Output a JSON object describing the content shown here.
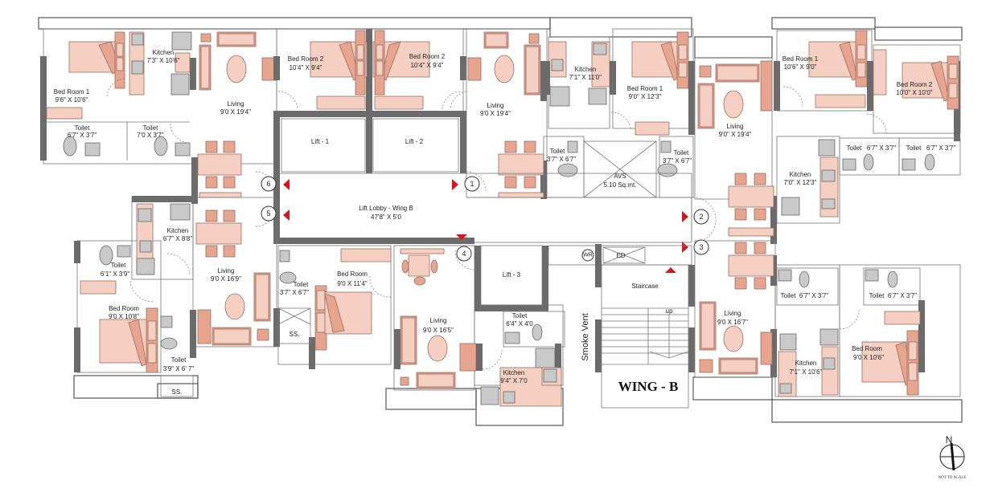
{
  "plan": {
    "wing_label": "WING - B",
    "north_label": "N",
    "scale_note": "NOT TO SCALE",
    "smoke_vent": "Smoke Vent",
    "staircase": "Staircase",
    "stair_up": "up",
    "wr": "WR",
    "ed": "ED",
    "colors": {
      "wall": "#6b6b6b",
      "furniture": "#f5cfc2",
      "furniture_accent": "#e7a58f",
      "appliance": "#c9c9c9",
      "entry_arrow": "#d9141c"
    }
  },
  "common": {
    "lobby": {
      "name": "Lift Lobby - Wing B",
      "size": "47'8\" X 5'0"
    },
    "lift1": "Lift - 1",
    "lift2": "Lift - 2",
    "lift3": "Lift - 3",
    "avs": {
      "name": "AVS",
      "size": "5.10 Sq.mt."
    },
    "ss1": "SS.",
    "ss2": "SS."
  },
  "units": [
    {
      "number": "1",
      "rooms": [
        {
          "name": "Living",
          "size": "9'0 X 19'4\""
        },
        {
          "name": "Kitchen",
          "size": "7'1\" X 11'0\""
        },
        {
          "name": "Bed Room 1",
          "size": "9'0\" X 12'3\""
        },
        {
          "name": "Bed Room 2",
          "size": "10'4\" X 9'4\""
        },
        {
          "name": "Toilet",
          "size": "3'7\" X 6'7\""
        },
        {
          "name": "Toilet",
          "size": "3'7\" X 6'7\""
        }
      ]
    },
    {
      "number": "2",
      "rooms": [
        {
          "name": "Living",
          "size": "9'0\" X 19'4\""
        },
        {
          "name": "Bed Room 1",
          "size": "10'6\" X 9'0\""
        },
        {
          "name": "Bed Room 2",
          "size": "10'0\" X 10'0\""
        },
        {
          "name": "Kitchen",
          "size": "7'0\" X 12'3\""
        },
        {
          "name": "Toilet",
          "size": "6'7\" X 3'7\""
        },
        {
          "name": "Toilet",
          "size": "6'7\" X 3'7\""
        }
      ]
    },
    {
      "number": "3",
      "rooms": [
        {
          "name": "Living",
          "size": "9'0 X 16'7\""
        },
        {
          "name": "Kitchen",
          "size": "7'1\" X 10'6\""
        },
        {
          "name": "Bed Room",
          "size": "9'0 X 10'6\""
        },
        {
          "name": "Toilet",
          "size": "6'7\" X 3'7\""
        },
        {
          "name": "Toilet",
          "size": "6'7\" X 3'7\""
        }
      ]
    },
    {
      "number": "4",
      "rooms": [
        {
          "name": "Living",
          "size": "9'0 X 16'5\""
        },
        {
          "name": "Kitchen",
          "size": "9'4\" X 7'0"
        },
        {
          "name": "Toilet",
          "size": "6'4\" X 4'0"
        },
        {
          "name": "Bed Room",
          "size": "9'0 X 11'4\""
        },
        {
          "name": "Toilet",
          "size": "3'7\" X 6'7\""
        }
      ]
    },
    {
      "number": "5",
      "rooms": [
        {
          "name": "Living",
          "size": "9'0 X 16'9\""
        },
        {
          "name": "Kitchen",
          "size": "6'7\" X 8'8\""
        },
        {
          "name": "Bed Room",
          "size": "9'0 X 10'8\""
        },
        {
          "name": "Toilet",
          "size": "6'1\" X 3'9\""
        },
        {
          "name": "Toilet",
          "size": "3'9\" X 6' 7\""
        }
      ]
    },
    {
      "number": "6",
      "rooms": [
        {
          "name": "Living",
          "size": "9'0 X 19'4\""
        },
        {
          "name": "Kitchen",
          "size": "7'3\" X 10'6\""
        },
        {
          "name": "Bed Room 1",
          "size": "9'6\" X 10'6\""
        },
        {
          "name": "Bed Room 2",
          "size": "10'4\" X 9'4\""
        },
        {
          "name": "Toilet",
          "size": "6'7\" X 3'7\""
        },
        {
          "name": "Toilet",
          "size": "7'0 X 3'7\""
        }
      ]
    }
  ]
}
